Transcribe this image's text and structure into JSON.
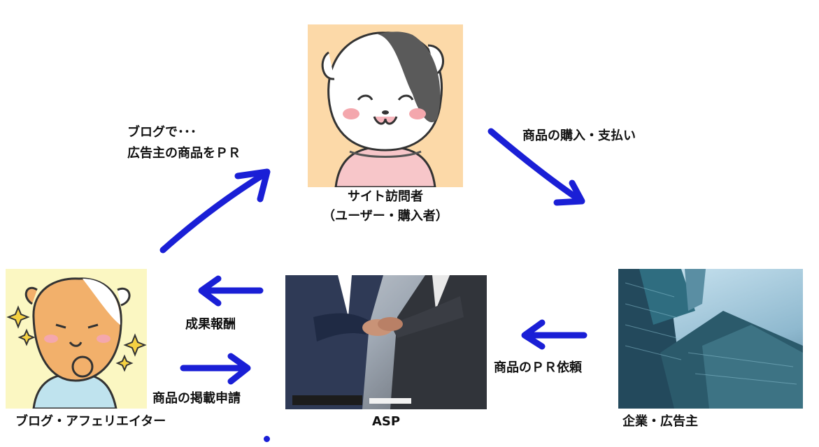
{
  "nodes": {
    "visitor": {
      "caption": "サイト訪問者\n（ユーザー・購入者）",
      "image_alt": "guinea-pig-illustration"
    },
    "blogger": {
      "caption": "ブログ・アフェリエイター",
      "image_alt": "thinking-guinea-pig-illustration"
    },
    "asp": {
      "caption": "ASP",
      "image_alt": "handshake-photo"
    },
    "company": {
      "caption": "企業・広告主",
      "image_alt": "glass-buildings-photo"
    }
  },
  "edges": {
    "blog_to_visitor": "ブログで･･･\n広告主の商品をＰＲ",
    "visitor_to_company": "商品の購入・支払い",
    "company_to_asp": "商品のＰＲ依頼",
    "asp_to_blogger_reward": "成果報酬",
    "blogger_to_asp_apply": "商品の掲載申請"
  },
  "colors": {
    "arrow": "#1a1fd6",
    "visitor_bg": "#fcd9a8",
    "blogger_bg": "#fbf7c2"
  }
}
